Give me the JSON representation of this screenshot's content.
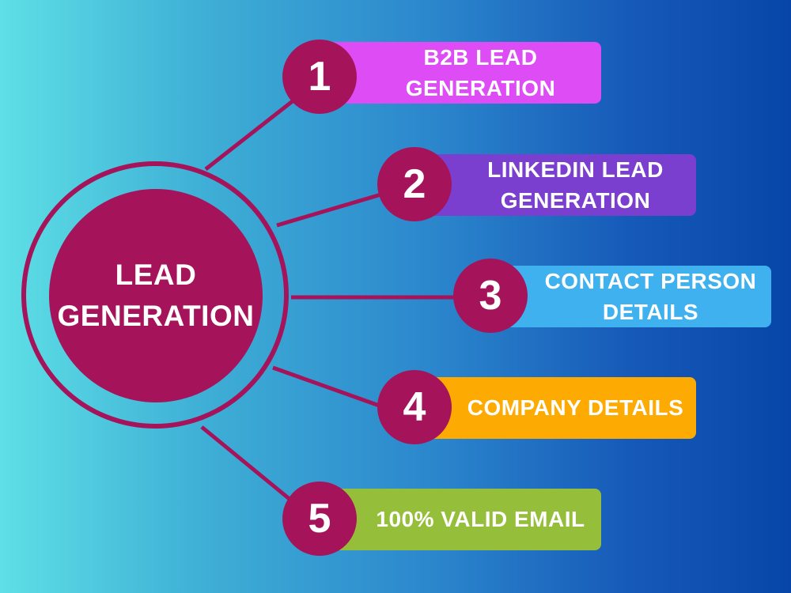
{
  "center": {
    "title": "LEAD GENERATION",
    "color": "#a5145a"
  },
  "items": [
    {
      "number": "1",
      "label": "B2B LEAD GENERATION",
      "color": "#dd4cf4"
    },
    {
      "number": "2",
      "label": "LINKEDIN LEAD GENERATION",
      "color": "#7b3fd0"
    },
    {
      "number": "3",
      "label": "CONTACT PERSON DETAILS",
      "color": "#3fb1ee"
    },
    {
      "number": "4",
      "label": "COMPANY DETAILS",
      "color": "#fdaa02"
    },
    {
      "number": "5",
      "label": "100% VALID EMAIL",
      "color": "#95bf3a"
    }
  ]
}
